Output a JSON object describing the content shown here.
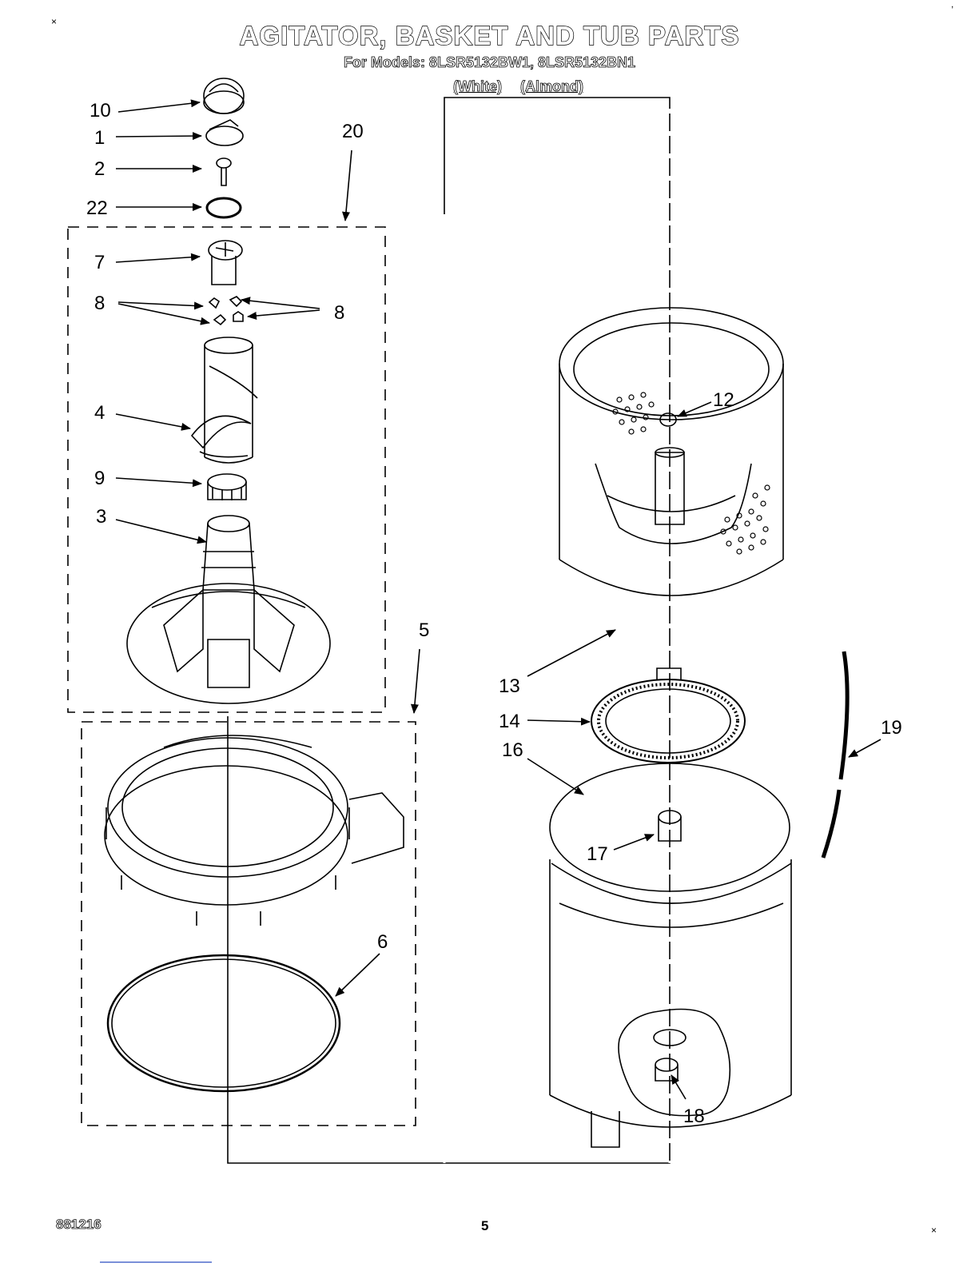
{
  "header": {
    "title": "AGITATOR, BASKET AND TUB PARTS",
    "subtitle": "For Models: 8LSR5132BW1, 8LSR5132BN1",
    "color_white": "(White)",
    "color_almond": "(Almond)"
  },
  "corner_marks": {
    "top_left": "×",
    "top_right": ",",
    "bottom_right": "×"
  },
  "callouts": {
    "c10": "10",
    "c1": "1",
    "c2": "2",
    "c22": "22",
    "c20": "20",
    "c7": "7",
    "c8a": "8",
    "c8b": "8",
    "c4": "4",
    "c9": "9",
    "c3": "3",
    "c5": "5",
    "c6": "6",
    "c12": "12",
    "c13": "13",
    "c14": "14",
    "c16": "16",
    "c19": "19",
    "c17": "17",
    "c18": "18"
  },
  "footer": {
    "code": "881216",
    "page": "5"
  }
}
